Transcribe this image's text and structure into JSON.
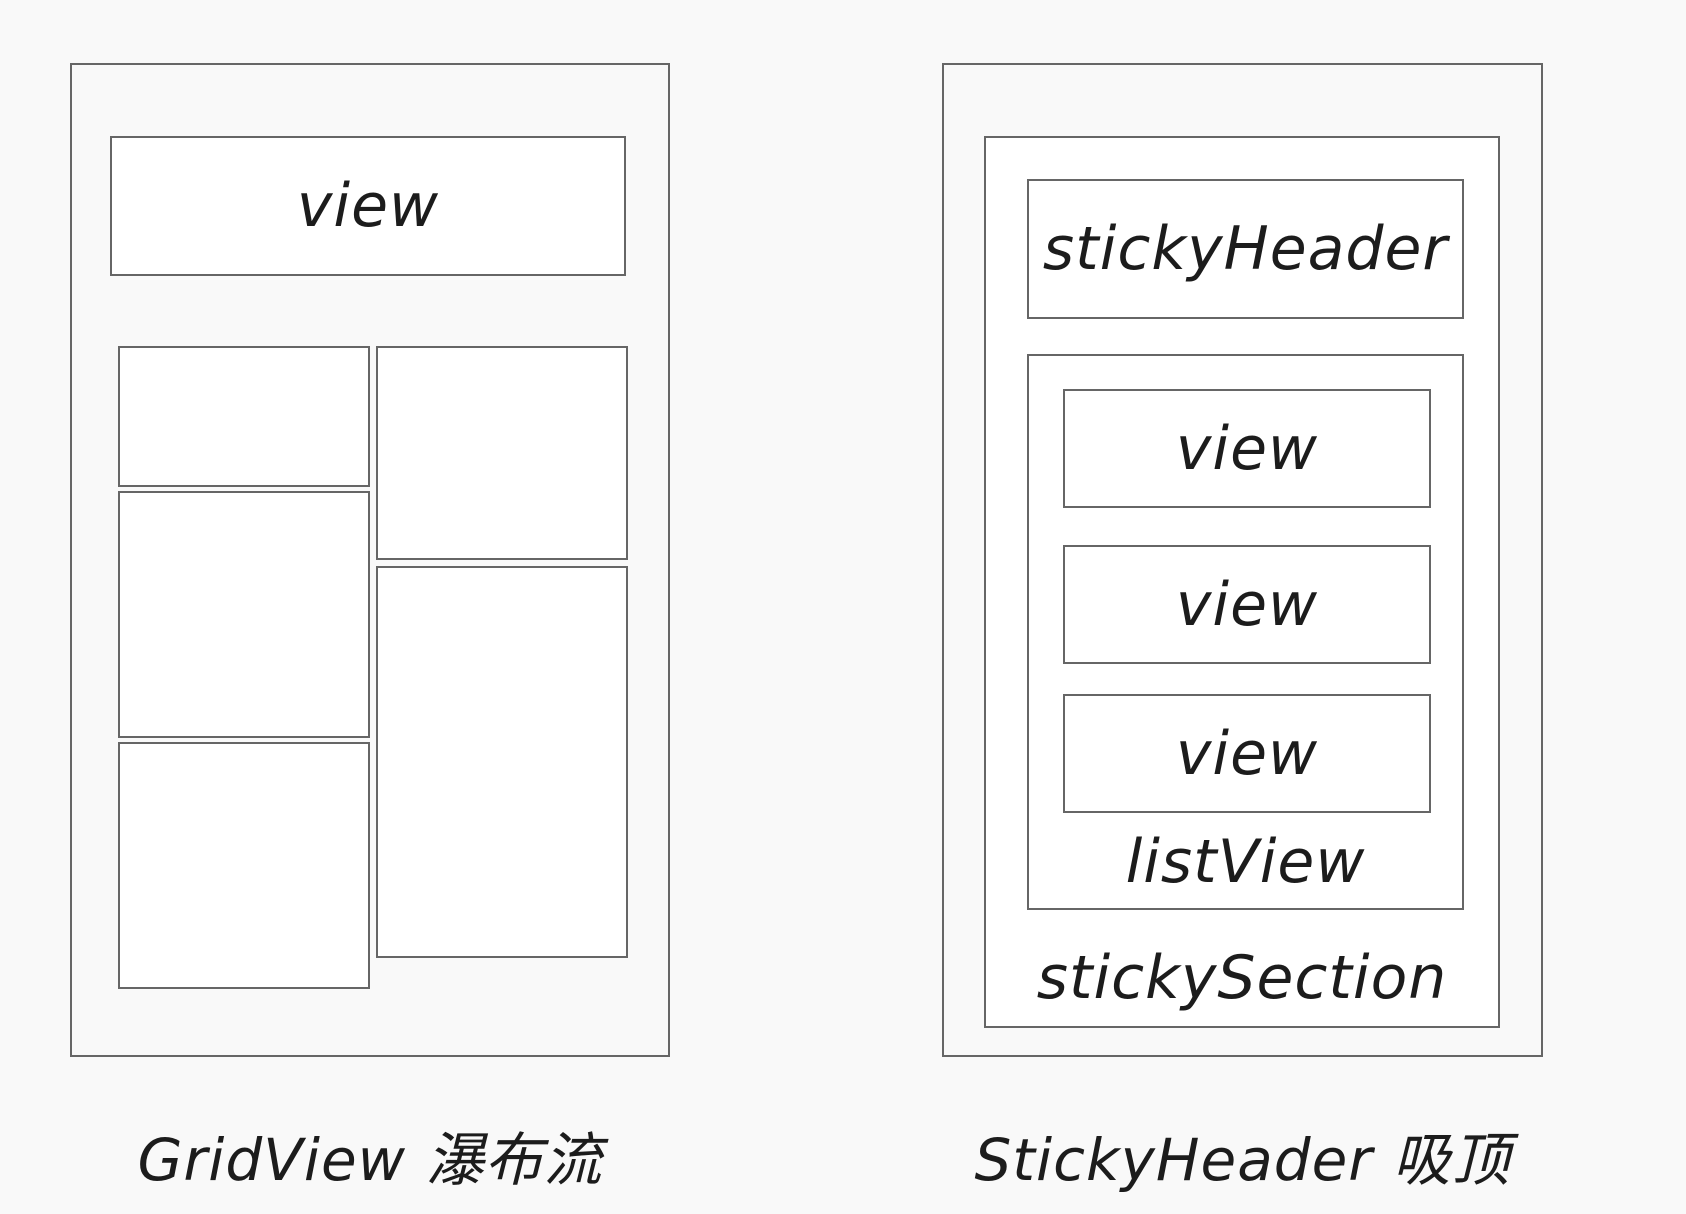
{
  "colors": {
    "background": "#f9f9f9",
    "stroke": "#666666",
    "text": "#1c1c1c"
  },
  "left_panel": {
    "header_label": "view",
    "caption": "GridView 瀑布流"
  },
  "right_panel": {
    "sticky_header_label": "stickyHeader",
    "list_items": [
      "view",
      "view",
      "view"
    ],
    "list_label": "listView",
    "section_label": "stickySection",
    "caption": "StickyHeader 吸顶"
  }
}
